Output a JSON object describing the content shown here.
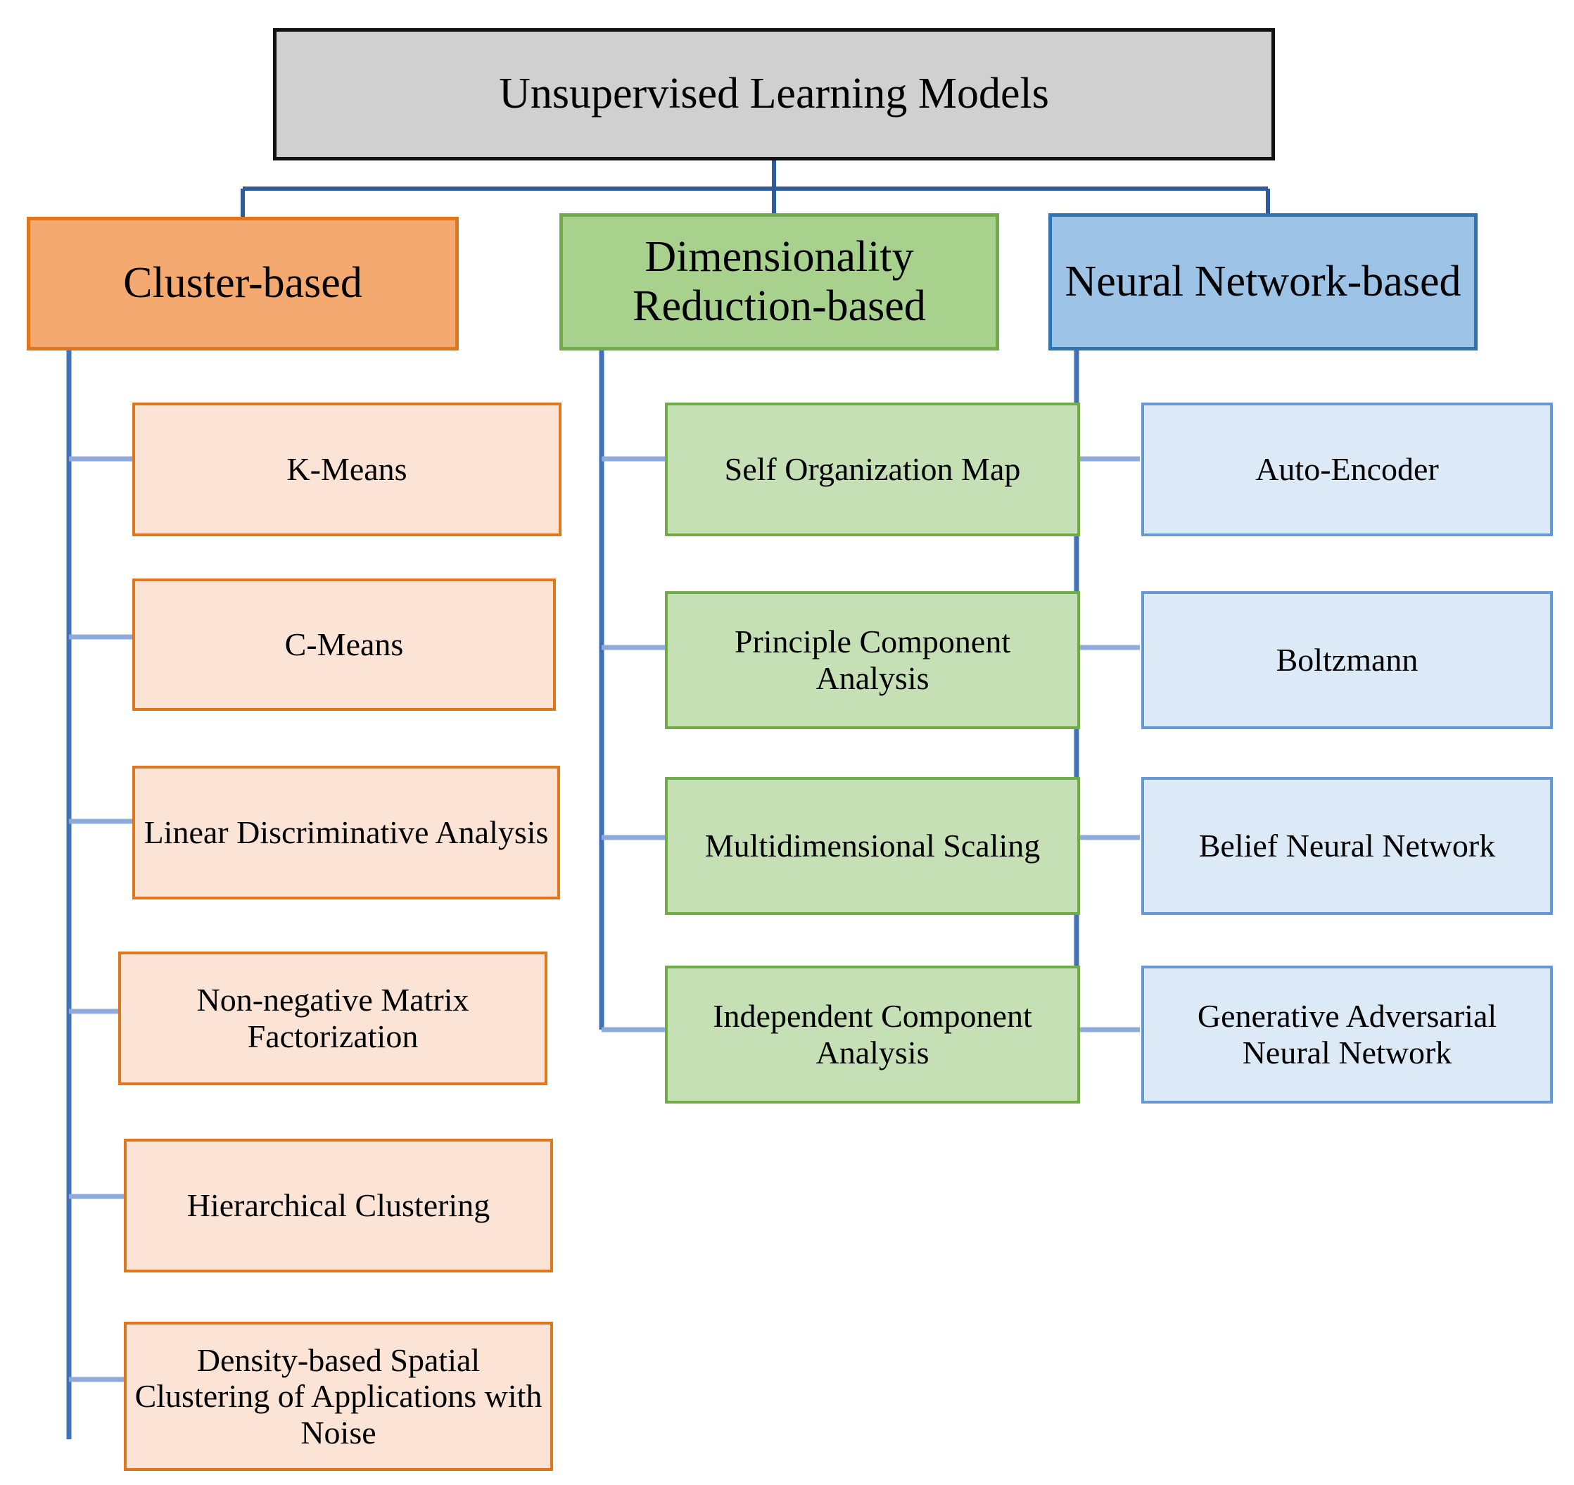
{
  "diagram": {
    "type": "hierarchy-tree",
    "title": "Unsupervised Learning Models",
    "colors": {
      "root_fill": "#D0D0D0",
      "root_border": "#111111",
      "cluster_fill": "#F4A971",
      "cluster_border": "#E2761C",
      "cluster_leaf_fill": "#FBE3D5",
      "dimred_fill": "#A9D18E",
      "dimred_border": "#70AD47",
      "dimred_leaf_fill": "#C5E0B4",
      "nn_fill": "#9DC3E6",
      "nn_border": "#2E75B6",
      "nn_leaf_fill": "#DCE9F7",
      "connector_trunk": "#2E5C9A",
      "connector_stub": "#8EAADB"
    },
    "root": {
      "label": "Unsupervised Learning Models"
    },
    "branches": [
      {
        "id": "cluster-based",
        "label": "Cluster-based",
        "color": "orange",
        "children": [
          {
            "label": "K-Means"
          },
          {
            "label": "C-Means"
          },
          {
            "label": "Linear Discriminative Analysis"
          },
          {
            "label": "Non-negative Matrix Factorization"
          },
          {
            "label": "Hierarchical Clustering"
          },
          {
            "label": "Density-based Spatial Clustering of Applications with Noise"
          }
        ]
      },
      {
        "id": "dimensionality-reduction-based",
        "label": "Dimensionality Reduction-based",
        "color": "green",
        "children": [
          {
            "label": "Self Organization Map"
          },
          {
            "label": "Principle Component Analysis"
          },
          {
            "label": "Multidimensional Scaling"
          },
          {
            "label": "Independent Component Analysis"
          }
        ]
      },
      {
        "id": "neural-network-based",
        "label": "Neural Network-based",
        "color": "blue",
        "children": [
          {
            "label": "Auto-Encoder"
          },
          {
            "label": "Boltzmann"
          },
          {
            "label": "Belief Neural Network"
          },
          {
            "label": "Generative Adversarial Neural Network"
          }
        ]
      }
    ]
  }
}
